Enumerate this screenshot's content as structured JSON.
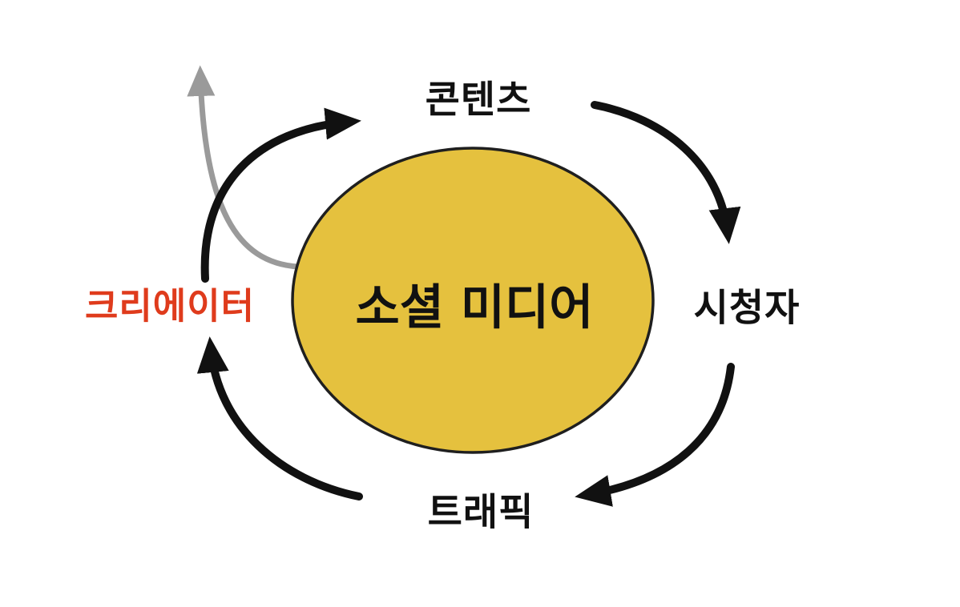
{
  "diagram": {
    "center_label": "소셜 미디어",
    "labels": {
      "top": "콘텐츠",
      "right": "시청자",
      "bottom": "트래픽",
      "left": "크리에이터"
    },
    "colors": {
      "background": "#FFFFFF",
      "ellipse_fill": "#E5C13E",
      "ellipse_stroke": "#1F1F1F",
      "arrow_black": "#111111",
      "arrow_gray": "#9A9A9A",
      "label_text": "#111111",
      "left_label_text": "#DF3B1C"
    },
    "arrows": [
      {
        "name": "creator-to-content",
        "color": "black"
      },
      {
        "name": "content-to-viewers",
        "color": "black"
      },
      {
        "name": "viewers-to-traffic",
        "color": "black"
      },
      {
        "name": "traffic-to-creator",
        "color": "black"
      },
      {
        "name": "creator-feedback",
        "color": "gray"
      }
    ]
  }
}
